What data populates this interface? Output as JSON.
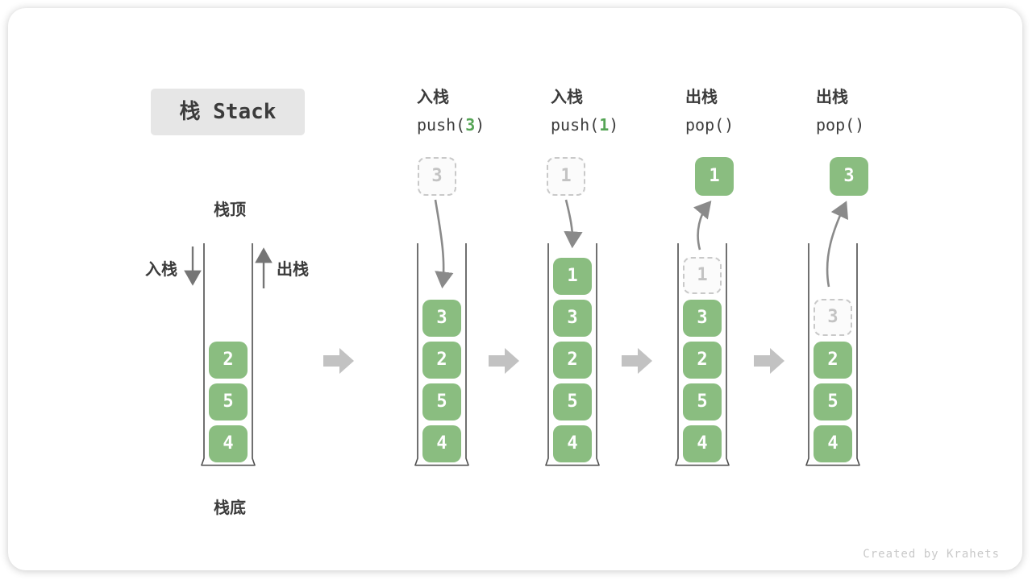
{
  "title": {
    "text": "栈 Stack"
  },
  "labels": {
    "stack_top": "栈顶",
    "stack_bottom": "栈底",
    "push_side": "入栈",
    "pop_side": "出栈"
  },
  "watermark": "Created by Krahets",
  "colors": {
    "box_green": "#8ABD80",
    "accent_green": "#55A455",
    "curve_arrow_gray": "#8A8A8A",
    "block_arrow_gray": "#C2C2C2",
    "ghost_gray": "#C9C9C9",
    "text_dark": "#3B3B3B",
    "title_bg": "#E6E6E6"
  },
  "columns": [
    {
      "name": "initial-stack",
      "items": [
        "2",
        "5",
        "4"
      ]
    },
    {
      "name": "after-push-3",
      "header_zh": "入栈",
      "code_pre": "push(",
      "code_arg": "3",
      "code_post": ")",
      "floating": "3",
      "items": [
        "3",
        "2",
        "5",
        "4"
      ]
    },
    {
      "name": "after-push-1",
      "header_zh": "入栈",
      "code_pre": "push(",
      "code_arg": "1",
      "code_post": ")",
      "floating": "1",
      "items": [
        "1",
        "3",
        "2",
        "5",
        "4"
      ]
    },
    {
      "name": "after-pop-1",
      "header_zh": "出栈",
      "code_pre": "pop(",
      "code_arg": "",
      "code_post": ")",
      "floating": "1",
      "ghost": "1",
      "items": [
        "3",
        "2",
        "5",
        "4"
      ]
    },
    {
      "name": "after-pop-3",
      "header_zh": "出栈",
      "code_pre": "pop(",
      "code_arg": "",
      "code_post": ")",
      "floating": "3",
      "ghost": "3",
      "items": [
        "2",
        "5",
        "4"
      ]
    }
  ]
}
